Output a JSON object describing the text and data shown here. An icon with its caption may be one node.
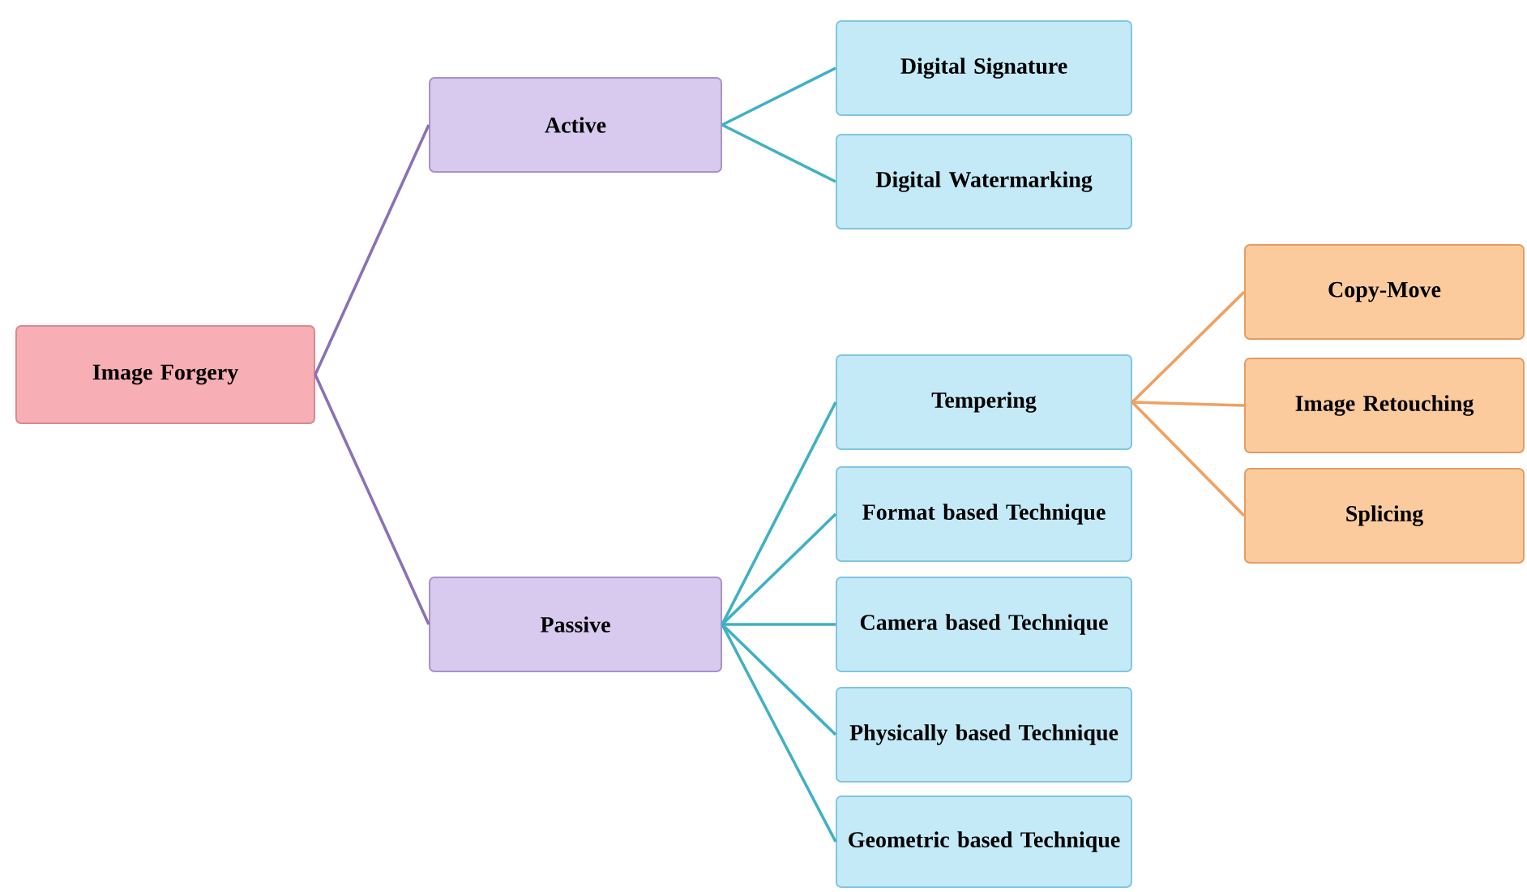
{
  "diagram": {
    "nodes": [
      {
        "text": [
          "Image Forgery"
        ]
      },
      {
        "text": [
          "Active"
        ]
      },
      {
        "text": [
          "Passive"
        ]
      },
      {
        "text": [
          "Digital Signature"
        ]
      },
      {
        "text": [
          "Digital Watermarking"
        ]
      },
      {
        "text": [
          "Tempering"
        ]
      },
      {
        "text": [
          "Format based Technique"
        ]
      },
      {
        "text": [
          "Camera based Technique"
        ]
      },
      {
        "text": [
          "Physically based Technique"
        ]
      },
      {
        "text": [
          "Geometric based Technique"
        ]
      },
      {
        "text": [
          "Copy-Move"
        ]
      },
      {
        "text": [
          "Image Retouching"
        ]
      },
      {
        "text": [
          "Splicing"
        ]
      }
    ],
    "edges": [
      {
        "from": 0,
        "to": 1,
        "arrow": "none",
        "color": "#8a72b4"
      },
      {
        "from": 0,
        "to": 2,
        "arrow": "none",
        "color": "#8a72b4"
      },
      {
        "from": 1,
        "to": 3,
        "arrow": "none"
      },
      {
        "from": 1,
        "to": 4,
        "arrow": "none"
      },
      {
        "from": 2,
        "to": 5,
        "arrow": "none"
      },
      {
        "from": 2,
        "to": 6,
        "arrow": "none"
      },
      {
        "from": 2,
        "to": 7,
        "arrow": "none"
      },
      {
        "from": 2,
        "to": 8,
        "arrow": "none"
      },
      {
        "from": 2,
        "to": 9,
        "arrow": "none"
      },
      {
        "from": 5,
        "to": 10,
        "arrow": "none",
        "color": "#f0a060"
      },
      {
        "from": 5,
        "to": 11,
        "arrow": "none",
        "color": "#f0a060"
      },
      {
        "from": 5,
        "to": 12,
        "arrow": "none",
        "color": "#f0a060"
      }
    ]
  }
}
